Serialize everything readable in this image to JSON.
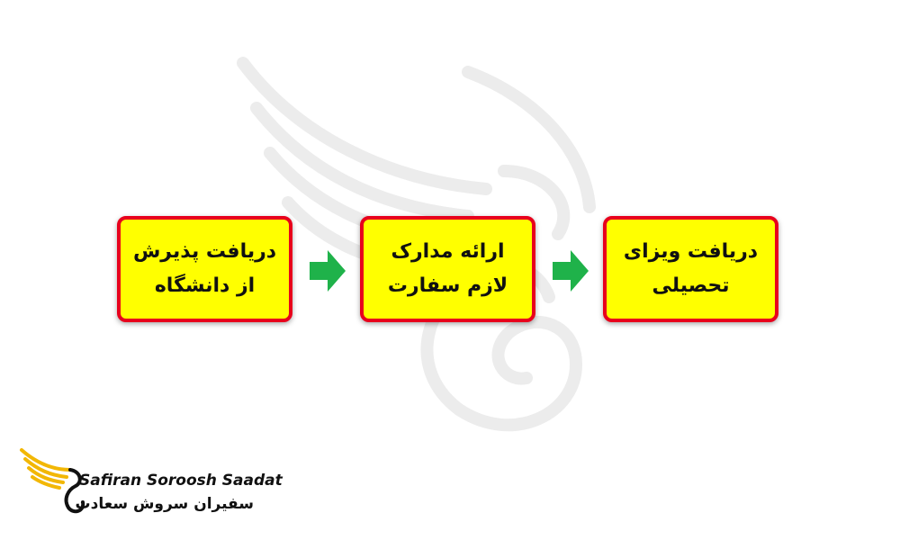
{
  "flow": {
    "steps": [
      {
        "line1": "دریافت پذیرش",
        "line2": "از دانشگاه"
      },
      {
        "line1": "ارائه مدارک",
        "line2": "لازم سفارت"
      },
      {
        "line1": "دریافت ویزای",
        "line2": "تحصیلی"
      }
    ]
  },
  "brand": {
    "name_latin": "Safiran Soroosh Saadat",
    "name_persian": "سفیران سروش سعادت"
  },
  "colors": {
    "box_fill": "#ffff00",
    "box_border": "#e8001c",
    "arrow": "#1fb24a",
    "logo_gold": "#f2b705"
  },
  "icons": {
    "connector": "right-arrow-icon",
    "watermark": "wing-watermark-icon",
    "logo": "wing-emblem-icon"
  }
}
